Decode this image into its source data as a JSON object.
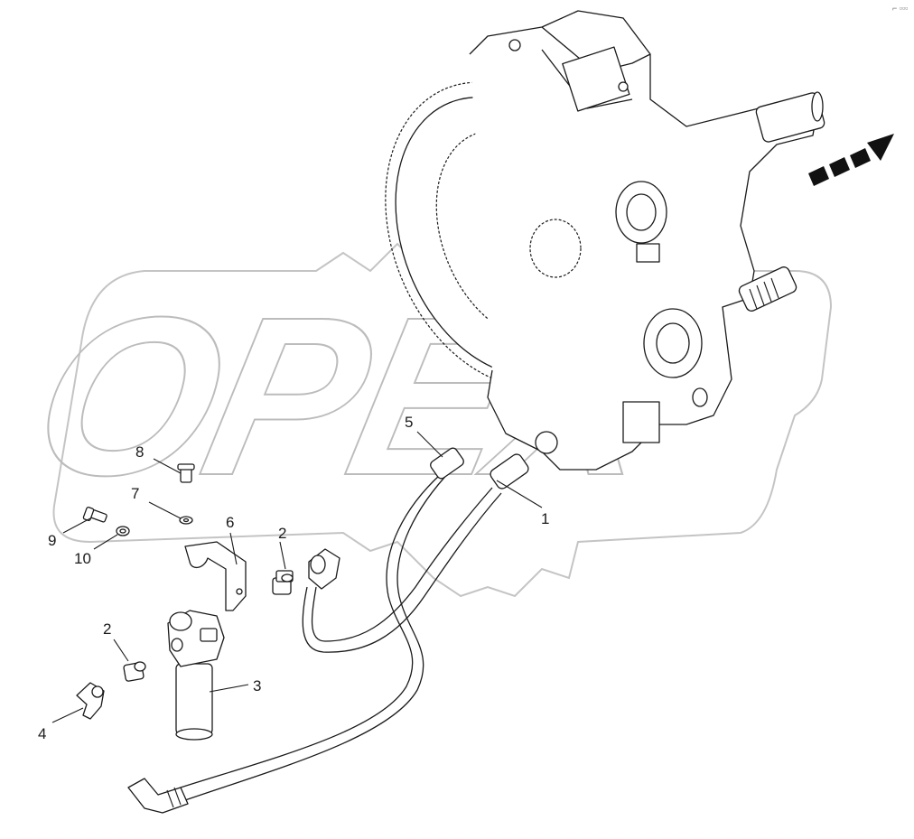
{
  "watermark": {
    "text": "OPEX"
  },
  "corner_mark": {
    "text": "⌐ ▫▫▫"
  },
  "callouts": [
    {
      "id": "c1",
      "text": "1"
    },
    {
      "id": "c2a",
      "text": "2"
    },
    {
      "id": "c2b",
      "text": "2"
    },
    {
      "id": "c3",
      "text": "3"
    },
    {
      "id": "c4",
      "text": "4"
    },
    {
      "id": "c5",
      "text": "5"
    },
    {
      "id": "c6",
      "text": "6"
    },
    {
      "id": "c7",
      "text": "7"
    },
    {
      "id": "c8",
      "text": "8"
    },
    {
      "id": "c9",
      "text": "9"
    },
    {
      "id": "c10",
      "text": "10"
    }
  ],
  "colors": {
    "ink": "#1a1a1a",
    "watermark": "#bcbcbc",
    "arrow": "#111111"
  },
  "icons": [
    "direction-arrow-icon"
  ]
}
